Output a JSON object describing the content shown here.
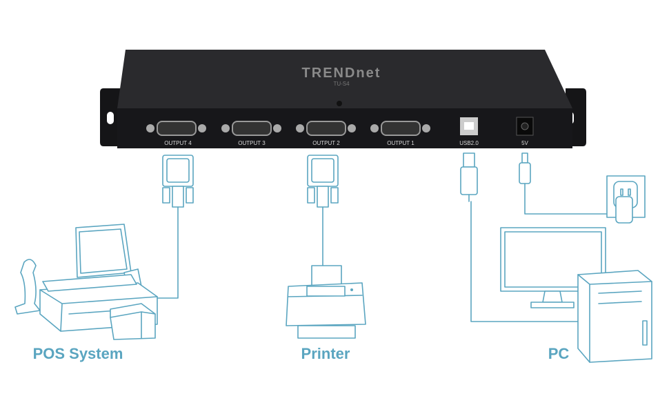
{
  "device": {
    "brand": "TRENDnet",
    "model": "TU-S4",
    "ports": [
      "OUTPUT 4",
      "OUTPUT 3",
      "OUTPUT 2",
      "OUTPUT 1",
      "USB2.0",
      "5V"
    ]
  },
  "labels": {
    "pos": "POS System",
    "printer": "Printer",
    "pc": "PC"
  },
  "colors": {
    "accent": "#5aa5c0",
    "device": "#1c1c1e"
  }
}
